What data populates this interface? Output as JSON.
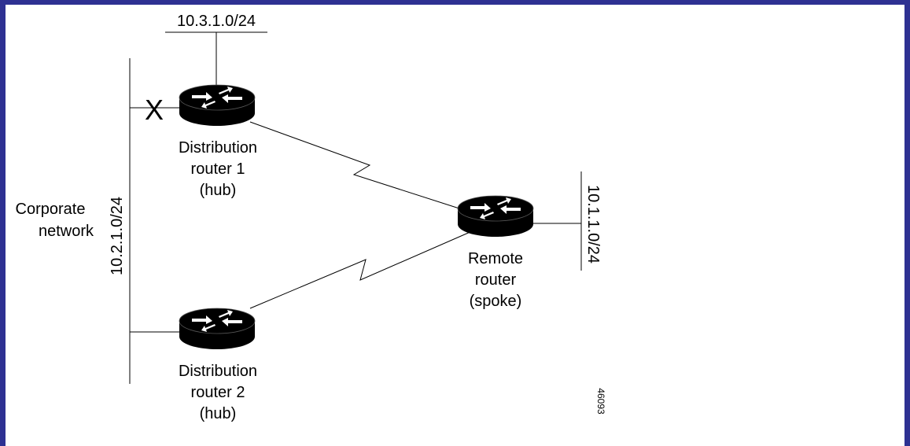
{
  "networks": {
    "top": "10.3.1.0/24",
    "corporate": "10.2.1.0/24",
    "remote": "10.1.1.0/24"
  },
  "corporate_label": [
    "Corporate",
    "network"
  ],
  "routers": {
    "dist1": [
      "Distribution",
      "router 1",
      "(hub)"
    ],
    "dist2": [
      "Distribution",
      "router 2",
      "(hub)"
    ],
    "remote": [
      "Remote",
      "router",
      "(spoke)"
    ]
  },
  "failure_mark": "X",
  "figure_id": "46093",
  "colors": {
    "frame": "#2e3192",
    "router_body": "#000000",
    "router_arrows": "#ffffff"
  }
}
